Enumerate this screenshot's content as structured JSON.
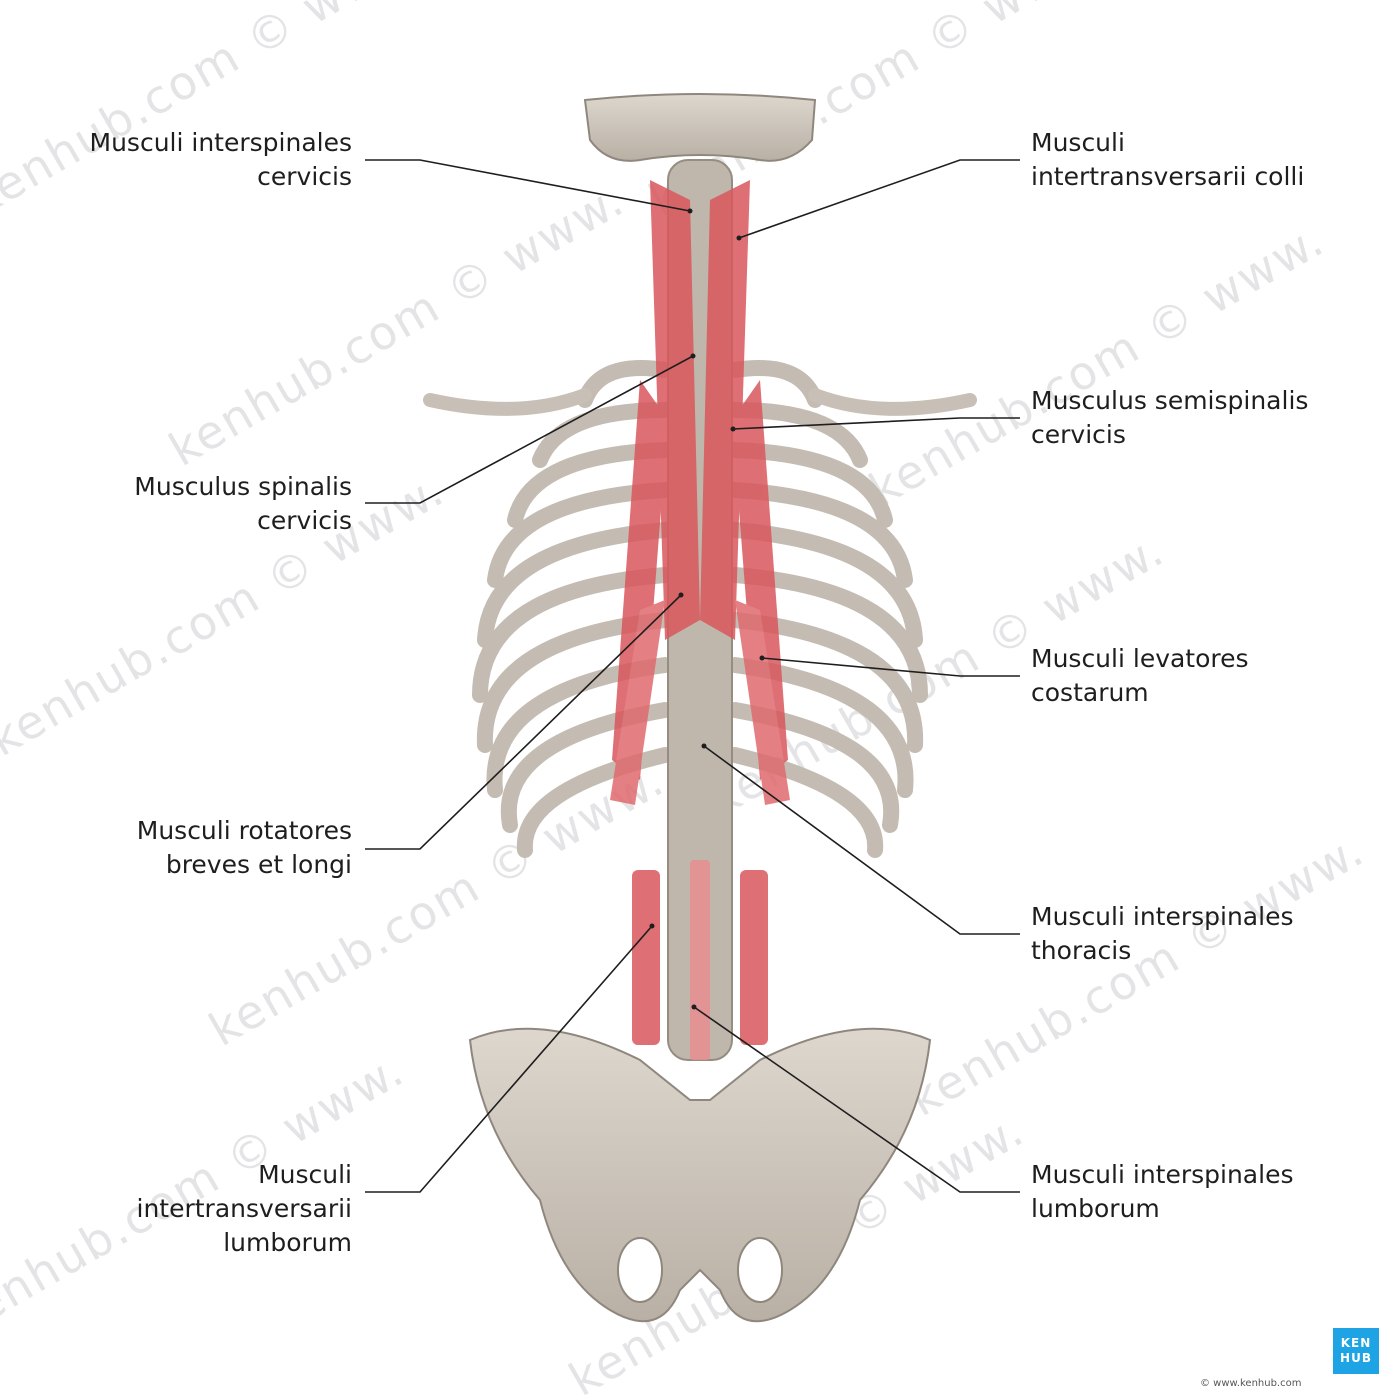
{
  "watermark": "kenhub.com © www.",
  "labels": {
    "interspinales_cervicis": [
      "Musculi interspinales",
      "cervicis"
    ],
    "spinalis_cervicis": [
      "Musculus spinalis",
      "cervicis"
    ],
    "rotatores": [
      "Musculi rotatores",
      "breves et longi"
    ],
    "intertransversarii_lumborum": [
      "Musculi",
      "intertransversarii",
      "lumborum"
    ],
    "intertransversarii_colli": [
      "Musculi",
      "intertransversarii colli"
    ],
    "semispinalis_cervicis": [
      "Musculus semispinalis",
      "cervicis"
    ],
    "levatores_costarum": [
      "Musculi levatores",
      "costarum"
    ],
    "interspinales_thoracis": [
      "Musculi interspinales",
      "thoracis"
    ],
    "interspinales_lumborum": [
      "Musculi interspinales",
      "lumborum"
    ]
  },
  "logo": {
    "line1": "KEN",
    "line2": "HUB"
  },
  "copyright": "© www.kenhub.com",
  "colors": {
    "bone": "#cfc8be",
    "bone_shadow": "#a69d92",
    "muscle": "#d9575c",
    "muscle_light": "#e98d8f",
    "line": "#1e1e1e",
    "logo": "#1ea3e4"
  }
}
